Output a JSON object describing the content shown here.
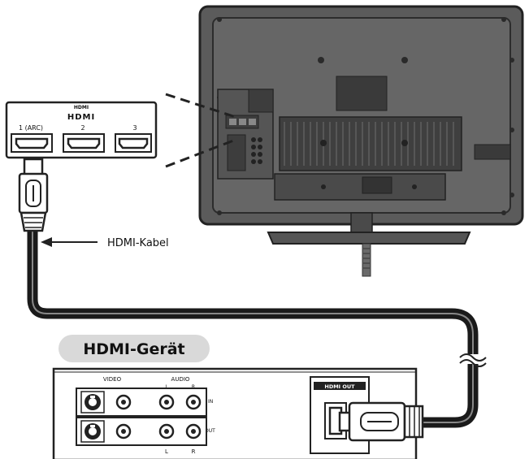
{
  "panel": {
    "logo_small": "HDMI",
    "logo": "HDMI",
    "port_labels": [
      "1 (ARC)",
      "2",
      "3"
    ]
  },
  "cable": {
    "label": "HDMI-Kabel"
  },
  "device": {
    "title": "HDMI-Gerät",
    "video_label": "VIDEO",
    "audio_label": "AUDIO",
    "left_mark": "L",
    "right_mark": "R",
    "in_label": "IN",
    "out_label": "OUT",
    "hdmi_out_label": "HDMI OUT"
  },
  "colors": {
    "tv_body": "#5b5b5b",
    "tv_dark": "#3a3a3a",
    "cable": "#1a1a1a",
    "badge": "#d9d9d9"
  }
}
